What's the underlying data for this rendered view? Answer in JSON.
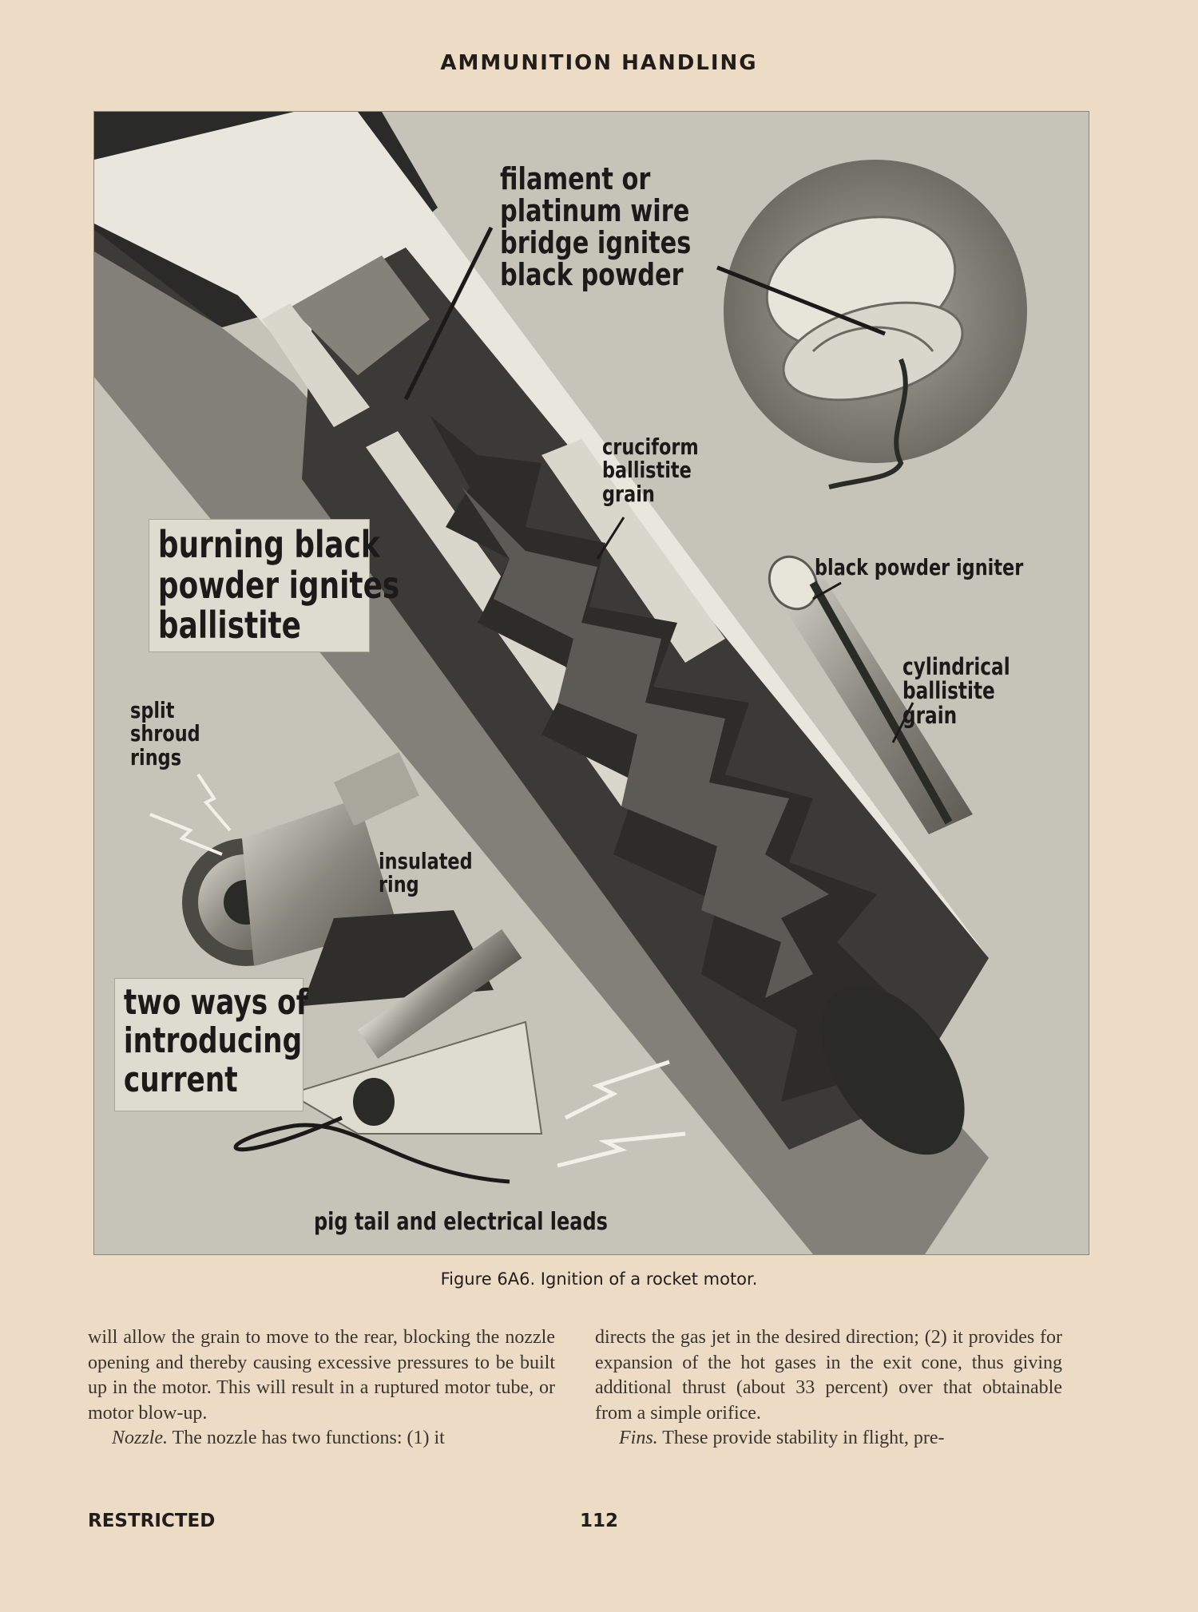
{
  "header": {
    "title": "AMMUNITION HANDLING"
  },
  "figure": {
    "labels": {
      "filament": [
        "filament or",
        "platinum wire",
        "bridge ignites",
        "black powder"
      ],
      "cruciform": [
        "cruciform",
        "ballistite",
        "grain"
      ],
      "burning": [
        "burning black",
        "powder ignites",
        "ballistite"
      ],
      "black_powder_igniter": "black powder igniter",
      "cylindrical": [
        "cylindrical",
        "ballistite grain"
      ],
      "split_shroud": [
        "split",
        "shroud",
        "rings"
      ],
      "insulated": [
        "insulated",
        "ring"
      ],
      "two_ways": [
        "two ways of",
        "introducing",
        "current"
      ],
      "pig_tail": "pig tail and electrical leads"
    },
    "caption": "Figure 6A6. Ignition of a rocket motor."
  },
  "body": {
    "left_column": [
      {
        "text": "will allow the grain to move to the rear, blocking the nozzle opening and thereby causing excessive pressures to be built up in the motor. This will result in a ruptured motor tube, or motor blow-up."
      },
      {
        "term": "Nozzle.",
        "text": " The nozzle has two functions: (1) it"
      }
    ],
    "right_column": [
      {
        "text": "directs the gas jet in the desired direction; (2) it provides for expansion of the hot gases in the exit cone, thus giving additional thrust (about 33 percent) over that obtainable from a simple orifice."
      },
      {
        "term": "Fins.",
        "text": " These provide stability in flight, pre-"
      }
    ]
  },
  "footer": {
    "classification": "RESTRICTED",
    "page_number": "112"
  }
}
